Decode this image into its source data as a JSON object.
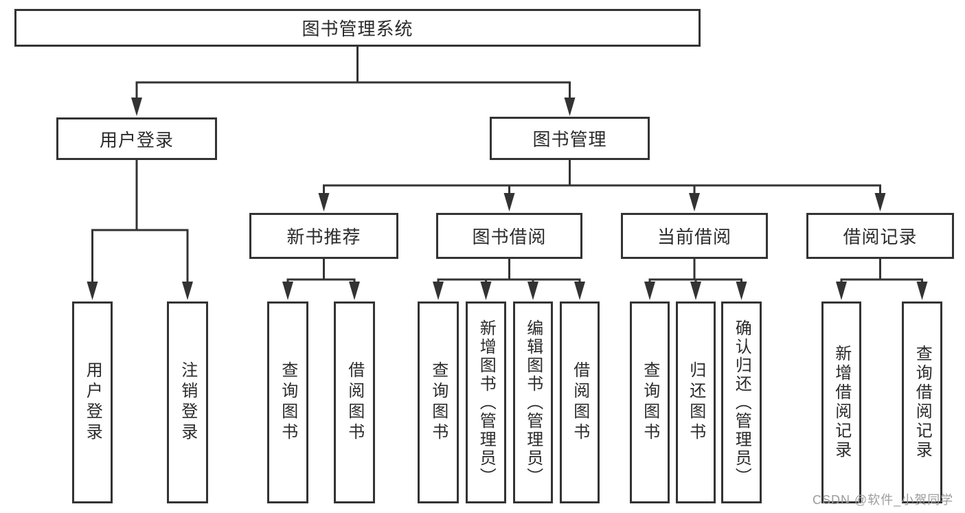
{
  "tree": {
    "root": {
      "label": "图书管理系统"
    },
    "nodes": [
      {
        "label": "用户登录",
        "children": [
          {
            "label": "用户登录"
          },
          {
            "label": "注销登录"
          }
        ]
      },
      {
        "label": "图书管理",
        "children": [
          {
            "label": "新书推荐",
            "children": [
              {
                "label": "查询图书"
              },
              {
                "label": "借阅图书"
              }
            ]
          },
          {
            "label": "图书借阅",
            "children": [
              {
                "label": "查询图书"
              },
              {
                "label": "新增图书（管理员）"
              },
              {
                "label": "编辑图书（管理员）"
              },
              {
                "label": "借阅图书"
              }
            ]
          },
          {
            "label": "当前借阅",
            "children": [
              {
                "label": "查询图书"
              },
              {
                "label": "归还图书"
              },
              {
                "label": "确认归还（管理员）"
              }
            ]
          },
          {
            "label": "借阅记录",
            "children": [
              {
                "label": "新增借阅记录"
              },
              {
                "label": "查询借阅记录"
              }
            ]
          }
        ]
      }
    ]
  },
  "watermark": {
    "text": "CSDN @软件_小贺同学"
  },
  "colors": {
    "line": "#333333",
    "text": "#2b2b2b",
    "watermark": "#9c9c9c",
    "background": "#ffffff"
  }
}
